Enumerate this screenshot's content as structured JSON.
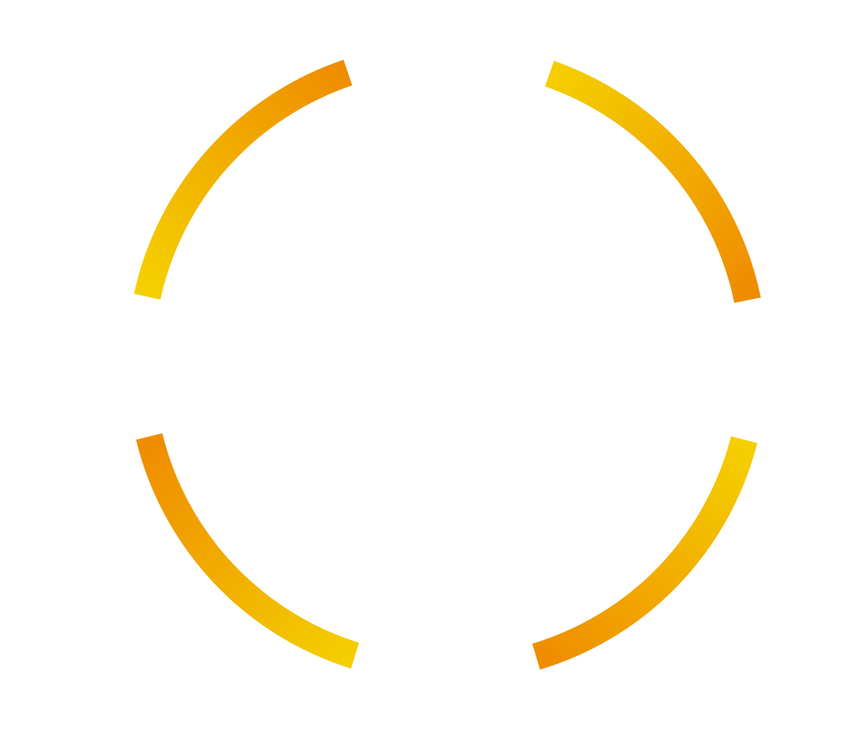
{
  "colors": {
    "background": "#ffffff",
    "orange": "#ef8c00",
    "amber": "#f0b400",
    "yellow": "#f4cf00",
    "bright_yellow": "#fcd20a"
  },
  "arcs": [
    {
      "name": "arc-top-left",
      "gradient": [
        "#f4cf00",
        "#ef8c00"
      ]
    },
    {
      "name": "arc-top-right",
      "gradient": [
        "#f4cf00",
        "#ef8c00"
      ]
    },
    {
      "name": "arc-bottom-left",
      "gradient": [
        "#ef8c00",
        "#f4cf00"
      ]
    },
    {
      "name": "arc-bottom-right",
      "gradient": [
        "#ef8c00",
        "#f4cf00"
      ]
    }
  ]
}
